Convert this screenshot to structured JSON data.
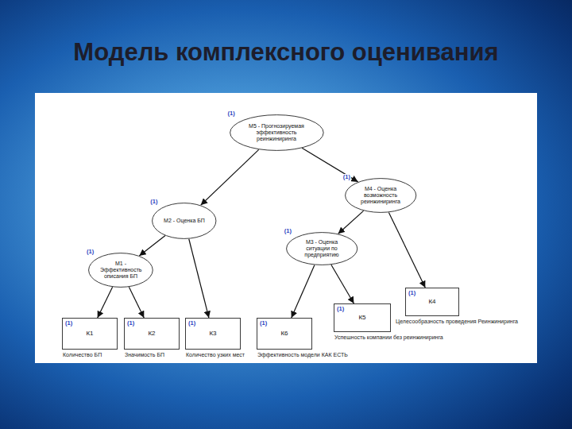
{
  "diagram": {
    "title": "Модель комплексного оценивания",
    "nodes": [
      {
        "text": [
          "(1)",
          "М5 - Прогнозируемая эффективность реинжиниринга"
        ]
      },
      {
        "text": [
          "(1)",
          "М4 - Оценка возможность реинжиниринга"
        ]
      },
      {
        "text": [
          "(1)",
          "М2 - Оценка БП"
        ]
      },
      {
        "text": [
          "(1)",
          "М3 - Оценка ситуации по предприятию"
        ]
      },
      {
        "text": [
          "(1)",
          "М1 - Эффективность описания БП"
        ]
      },
      {
        "text": [
          "(1)",
          "К4",
          "Целесообразность проведения Реинжиниринга"
        ]
      },
      {
        "text": [
          "(1)",
          "К5",
          "Успешность компании без реинжиниринга"
        ]
      },
      {
        "text": [
          "(1)",
          "К1",
          "Количество БП"
        ]
      },
      {
        "text": [
          "(1)",
          "К2",
          "Значимость БП"
        ]
      },
      {
        "text": [
          "(1)",
          "К3",
          "Количество узких мест"
        ]
      },
      {
        "text": [
          "(1)",
          "К6",
          "Эффективность модели КАК ЕСТЬ"
        ]
      }
    ],
    "edges": [
      {
        "from": 0,
        "to": 2,
        "arrow": "to"
      },
      {
        "from": 0,
        "to": 1,
        "arrow": "to"
      },
      {
        "from": 2,
        "to": 4,
        "arrow": "to"
      },
      {
        "from": 2,
        "to": 9,
        "arrow": "to"
      },
      {
        "from": 4,
        "to": 7,
        "arrow": "to"
      },
      {
        "from": 4,
        "to": 8,
        "arrow": "to"
      },
      {
        "from": 1,
        "to": 3,
        "arrow": "to"
      },
      {
        "from": 1,
        "to": 5,
        "arrow": "to"
      },
      {
        "from": 3,
        "to": 10,
        "arrow": "to"
      },
      {
        "from": 3,
        "to": 6,
        "arrow": "to"
      }
    ]
  }
}
